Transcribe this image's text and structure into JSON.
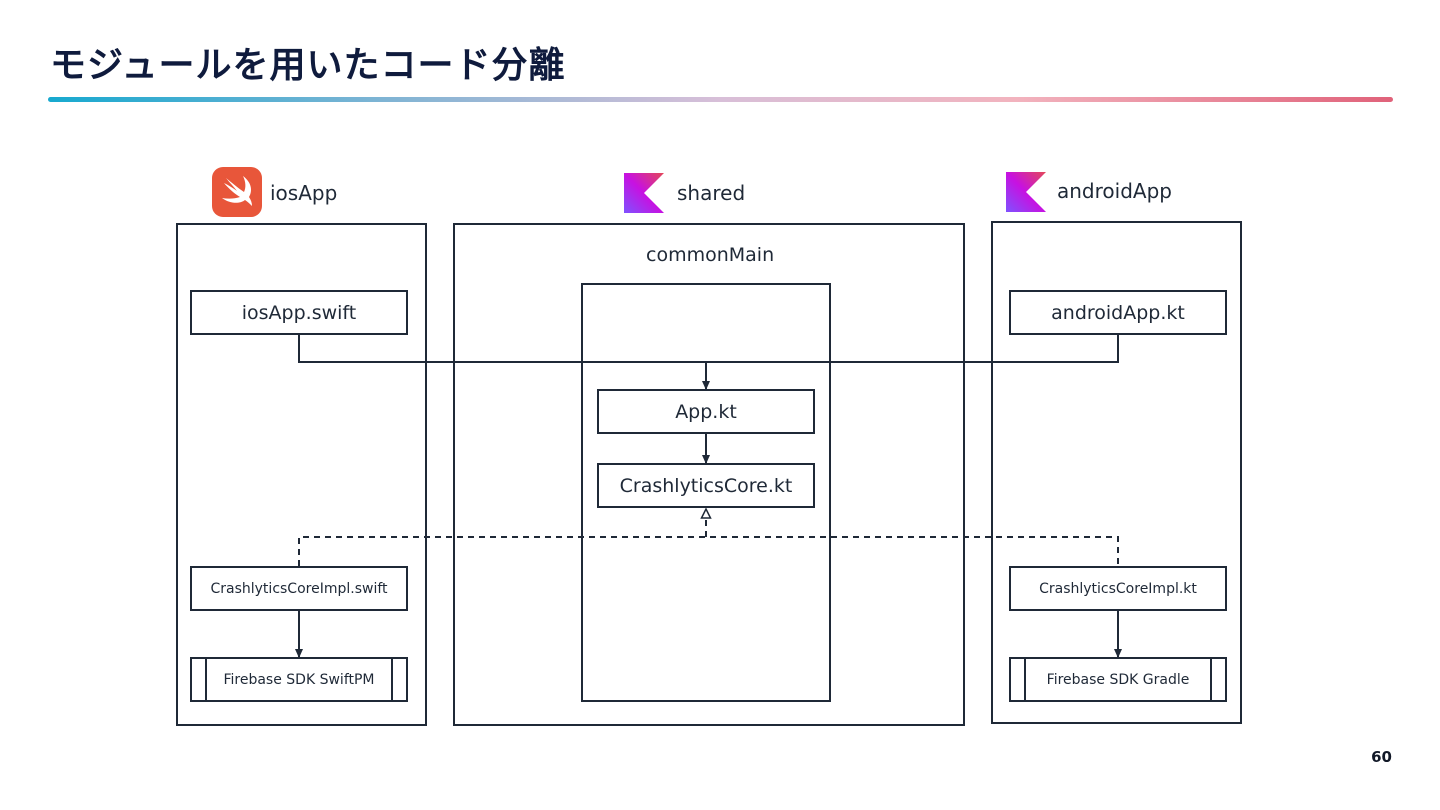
{
  "slide": {
    "title": "モジュールを用いたコード分離",
    "page_number": "60"
  },
  "modules": {
    "ios": {
      "label": "iosApp",
      "logo_icon": "swift-logo-icon",
      "logo_color": "#e8563a"
    },
    "shared": {
      "label": "shared",
      "logo_icon": "kotlin-logo-icon",
      "logo_colors": [
        "#e44857",
        "#c711e1",
        "#7f52ff"
      ]
    },
    "android": {
      "label": "androidApp",
      "logo_icon": "kotlin-logo-icon"
    }
  },
  "nodes": {
    "ios_app_swift": "iosApp.swift",
    "crashlytics_impl_swift": "CrashlyticsCoreImpl.swift",
    "firebase_swiftpm": "Firebase SDK SwiftPM",
    "common_main": "commonMain",
    "app_kt": "App.kt",
    "crashlytics_core_kt": "CrashlyticsCore.kt",
    "android_app_kt": "androidApp.kt",
    "crashlytics_impl_kt": "CrashlyticsCoreImpl.kt",
    "firebase_gradle": "Firebase SDK Gradle"
  },
  "colors": {
    "title": "#0f1b3d",
    "stroke": "#1f2937",
    "rule_start": "#17a9cf",
    "rule_end": "#e0627a"
  }
}
